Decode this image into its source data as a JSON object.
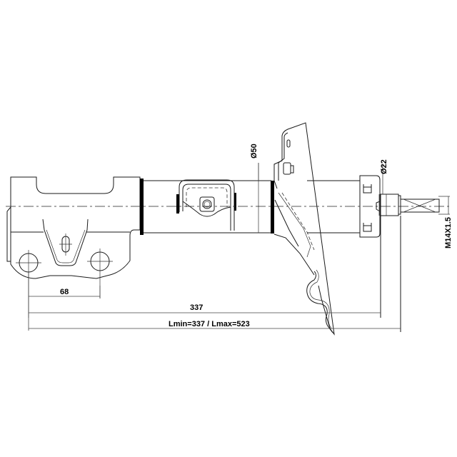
{
  "drawing": {
    "subject": "Front shock absorber strut (side view)",
    "line_color": "#1a1a1a",
    "background": "#ffffff"
  },
  "dimensions": {
    "bracket_hole_spacing": "68",
    "body_length": "337",
    "overall_length": "Lmin=337 / Lmax=523",
    "tube_diameter": "Ø50",
    "rod_diameter": "Ø22",
    "thread": "M14X1.5"
  }
}
